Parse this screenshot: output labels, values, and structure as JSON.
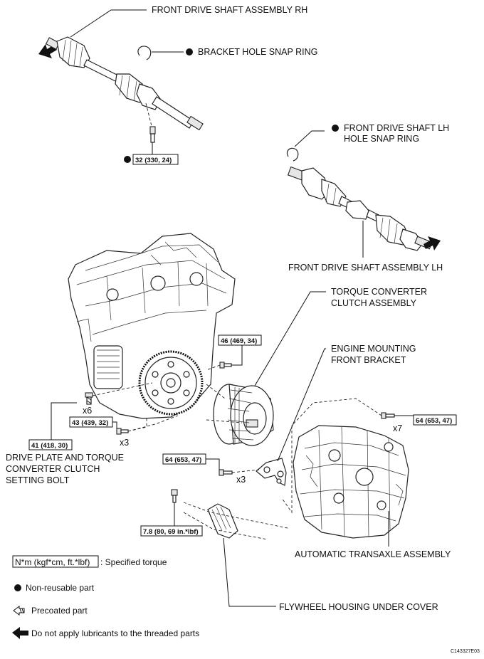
{
  "labels": {
    "front_drive_shaft_rh": "FRONT DRIVE SHAFT ASSEMBLY RH",
    "bracket_hole_snap_ring": "BRACKET HOLE SNAP RING",
    "front_drive_shaft_lh_snap_ring_1": "FRONT DRIVE SHAFT LH",
    "front_drive_shaft_lh_snap_ring_2": "HOLE SNAP RING",
    "front_drive_shaft_lh": "FRONT DRIVE SHAFT ASSEMBLY LH",
    "torque_converter_1": "TORQUE CONVERTER",
    "torque_converter_2": "CLUTCH ASSEMBLY",
    "engine_mounting_1": "ENGINE MOUNTING",
    "engine_mounting_2": "FRONT BRACKET",
    "drive_plate_1": "DRIVE PLATE AND TORQUE",
    "drive_plate_2": "CONVERTER CLUTCH",
    "drive_plate_3": "SETTING BOLT",
    "automatic_transaxle": "AUTOMATIC TRANSAXLE ASSEMBLY",
    "flywheel_cover": "FLYWHEEL HOUSING UNDER COVER"
  },
  "torques": {
    "t_rh_bolt": "32 (330, 24)",
    "t_46": "46 (469, 34)",
    "t_41": "41 (418, 30)",
    "t_43": "43 (439, 32)",
    "t_64_left": "64 (653, 47)",
    "t_64_right": "64 (653, 47)",
    "t_78": "7.8 (80, 69 in.*lbf)"
  },
  "quantities": {
    "x6": "x6",
    "x3_a": "x3",
    "x3_b": "x3",
    "x7": "x7"
  },
  "legend": {
    "torque_box": "N*m (kgf*cm, ft.*lbf)",
    "torque_text": ": Specified torque",
    "non_reusable": "Non-reusable part",
    "precoated": "Precoated part",
    "no_lubricant": "Do not apply lubricants to the threaded parts"
  },
  "figure_code": "C143327E03"
}
